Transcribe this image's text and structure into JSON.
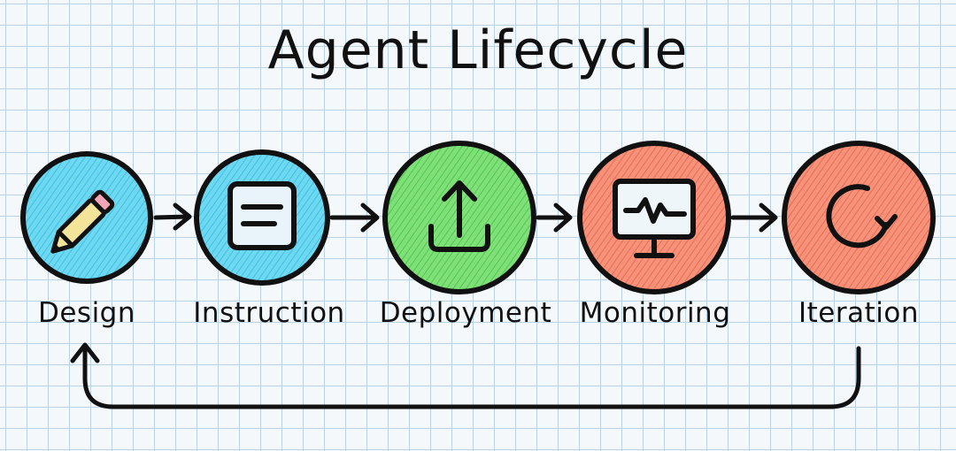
{
  "title": "Agent Lifecycle",
  "steps": [
    {
      "label": "Design",
      "icon": "pencil-icon",
      "color": "#5fd3ef"
    },
    {
      "label": "Instruction",
      "icon": "document-icon",
      "color": "#5fd3ef"
    },
    {
      "label": "Deployment",
      "icon": "upload-icon",
      "color": "#6fdc6f"
    },
    {
      "label": "Monitoring",
      "icon": "monitor-icon",
      "color": "#f4856a"
    },
    {
      "label": "Iteration",
      "icon": "refresh-icon",
      "color": "#f4856a"
    }
  ],
  "loop_back": {
    "from": "Iteration",
    "to": "Design"
  }
}
